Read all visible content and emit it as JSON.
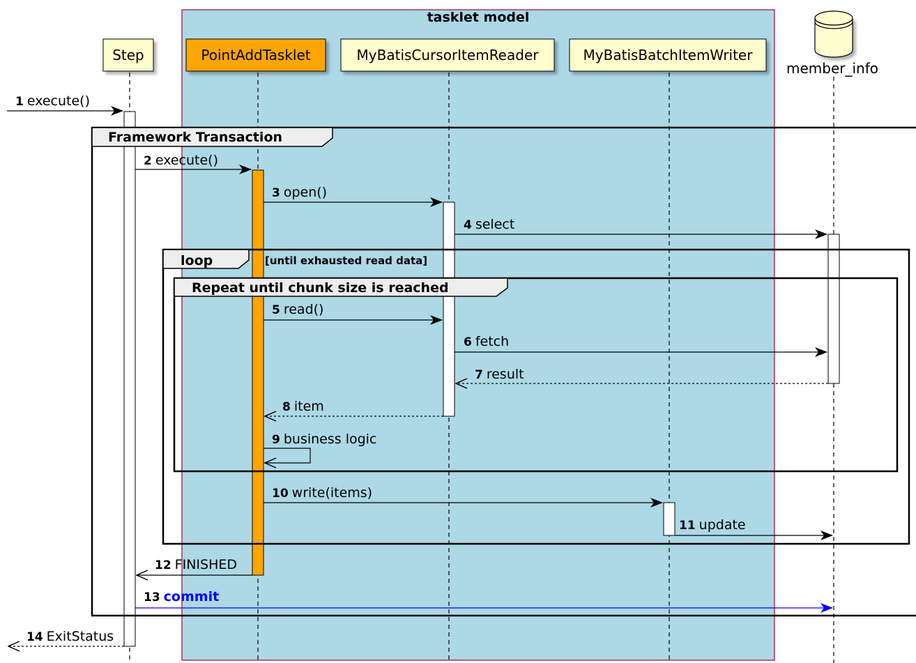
{
  "group_title": "tasklet model",
  "participants": [
    {
      "label": "Step"
    },
    {
      "label": "PointAddTasklet"
    },
    {
      "label": "MyBatisCursorItemReader"
    },
    {
      "label": "MyBatisBatchItemWriter"
    },
    {
      "label": "member_info"
    }
  ],
  "fragments": {
    "framework": {
      "title": "Framework Transaction"
    },
    "loop": {
      "title": "loop",
      "condition": "[until exhausted read data]"
    },
    "repeat": {
      "title": "Repeat until chunk size is reached"
    }
  },
  "messages": [
    {
      "num": "1",
      "label": "execute()"
    },
    {
      "num": "2",
      "label": "execute()"
    },
    {
      "num": "3",
      "label": "open()"
    },
    {
      "num": "4",
      "label": "select"
    },
    {
      "num": "5",
      "label": "read()"
    },
    {
      "num": "6",
      "label": "fetch"
    },
    {
      "num": "7",
      "label": "result"
    },
    {
      "num": "8",
      "label": "item"
    },
    {
      "num": "9",
      "label": "business logic"
    },
    {
      "num": "10",
      "label": "write(items)"
    },
    {
      "num": "11",
      "label": "update"
    },
    {
      "num": "12",
      "label": "FINISHED"
    },
    {
      "num": "13",
      "label": "commit"
    },
    {
      "num": "14",
      "label": "ExitStatus"
    }
  ],
  "colors": {
    "group_fill": "#add8e6",
    "group_border": "#a80036",
    "participant_fill": "#fefece",
    "highlight_fill": "#ffa500",
    "commit": "#0000ff"
  }
}
